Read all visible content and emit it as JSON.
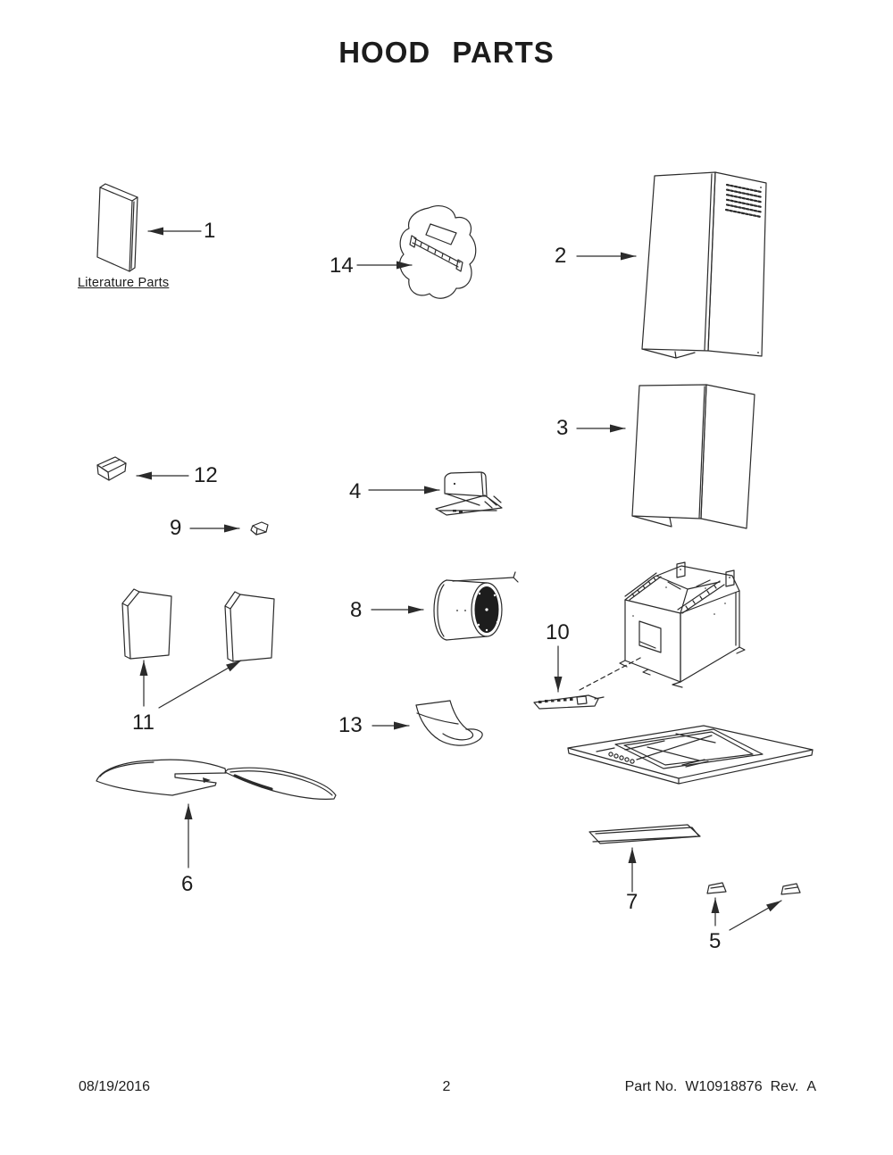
{
  "page": {
    "title": "HOOD PARTS",
    "footer": {
      "date": "08/19/2016",
      "page_number": "2",
      "part_no_label": "Part No.",
      "part_no_value": "W10918876",
      "rev_label": "Rev.",
      "rev_value": "A"
    }
  },
  "diagram": {
    "literature_label": "Literature Parts",
    "callouts": {
      "c1": "1",
      "c2": "2",
      "c3": "3",
      "c4": "4",
      "c5": "5",
      "c6": "6",
      "c7": "7",
      "c8": "8",
      "c9": "9",
      "c10": "10",
      "c11": "11",
      "c12": "12",
      "c13": "13",
      "c14": "14"
    }
  }
}
